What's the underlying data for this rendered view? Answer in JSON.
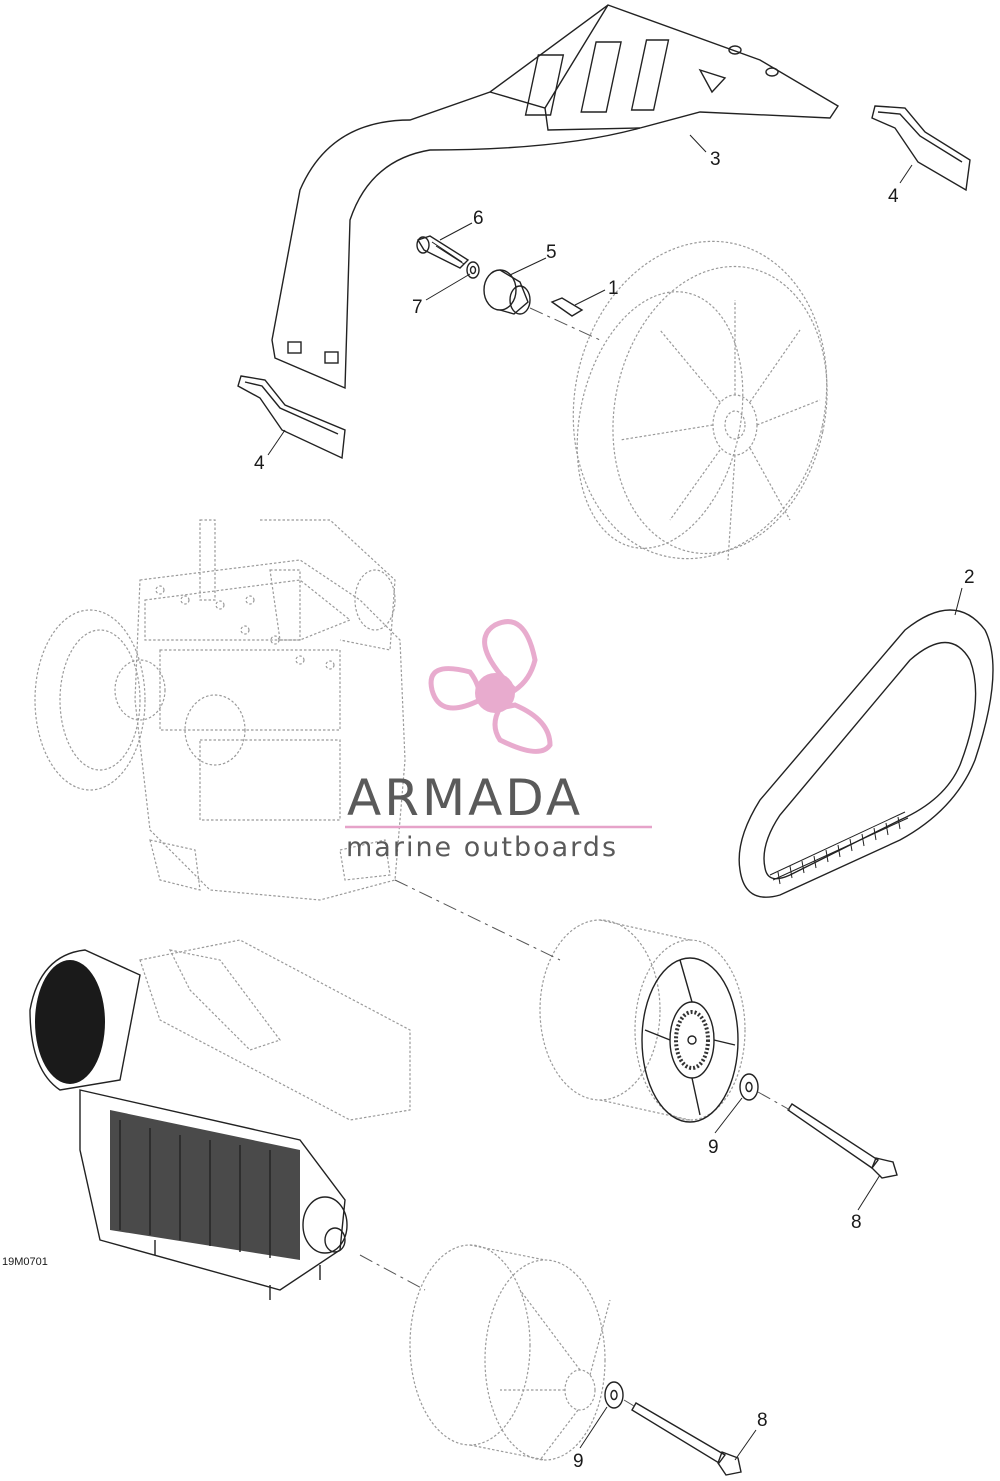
{
  "figure": {
    "code": "19M0701",
    "callouts": [
      "1",
      "2",
      "3",
      "4",
      "4",
      "5",
      "6",
      "7",
      "8",
      "8",
      "9",
      "9"
    ]
  },
  "watermark": {
    "brand": "ARMADA",
    "tagline": "marine outboards",
    "color": "#5a5a5a",
    "accent": "#e6a3c9",
    "icon": "propeller-logo"
  },
  "colors": {
    "line": "#222222",
    "ghost": "#9a9a9a"
  }
}
